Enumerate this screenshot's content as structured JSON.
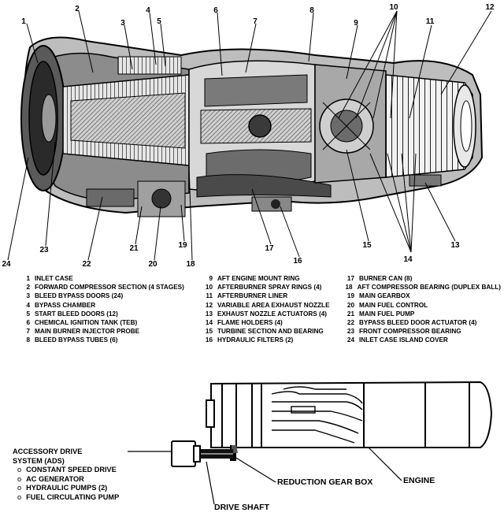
{
  "callout_numbers": [
    "1",
    "2",
    "3",
    "4",
    "5",
    "6",
    "7",
    "8",
    "9",
    "10",
    "11",
    "12",
    "13",
    "14",
    "15",
    "16",
    "17",
    "18",
    "19",
    "20",
    "21",
    "22",
    "23",
    "24"
  ],
  "legend": [
    {
      "n": "1",
      "text": "INLET CASE"
    },
    {
      "n": "2",
      "text": "FORWARD COMPRESSOR SECTION (4 STAGES)"
    },
    {
      "n": "3",
      "text": "BLEED BYPASS DOORS (24)"
    },
    {
      "n": "4",
      "text": "BYPASS CHAMBER"
    },
    {
      "n": "5",
      "text": "START BLEED DOORS (12)"
    },
    {
      "n": "6",
      "text": "CHEMICAL IGNITION TANK (TEB)"
    },
    {
      "n": "7",
      "text": "MAIN BURNER INJECTOR PROBE"
    },
    {
      "n": "8",
      "text": "BLEED BYPASS TUBES (6)"
    },
    {
      "n": "9",
      "text": "AFT ENGINE MOUNT RING"
    },
    {
      "n": "10",
      "text": "AFTERBURNER SPRAY RINGS (4)"
    },
    {
      "n": "11",
      "text": "AFTERBURNER LINER"
    },
    {
      "n": "12",
      "text": "VARIABLE AREA EXHAUST NOZZLE"
    },
    {
      "n": "13",
      "text": "EXHAUST NOZZLE ACTUATORS (4)"
    },
    {
      "n": "14",
      "text": "FLAME HOLDERS (4)"
    },
    {
      "n": "15",
      "text": "TURBINE SECTION AND BEARING"
    },
    {
      "n": "16",
      "text": "HYDRAULIC FILTERS (2)"
    },
    {
      "n": "17",
      "text": "BURNER CAN (8)"
    },
    {
      "n": "18",
      "text": "AFT COMPRESSOR BEARING (DUPLEX BALL)"
    },
    {
      "n": "19",
      "text": "MAIN GEARBOX"
    },
    {
      "n": "20",
      "text": "MAIN FUEL CONTROL"
    },
    {
      "n": "21",
      "text": "MAIN FUEL PUMP"
    },
    {
      "n": "22",
      "text": "BYPASS BLEED DOOR ACTUATOR (4)"
    },
    {
      "n": "23",
      "text": "FRONT COMPRESSOR BEARING"
    },
    {
      "n": "24",
      "text": "INLET CASE ISLAND COVER"
    }
  ],
  "ads": {
    "title_line1": "ACCESSORY DRIVE",
    "title_line2": "SYSTEM (ADS)",
    "items": [
      "CONSTANT SPEED DRIVE",
      "AC GENERATOR",
      "HYDRAULIC PUMPS (2)",
      "FUEL CIRCULATING PUMP"
    ]
  },
  "labels": {
    "reduction_gear_box": "REDUCTION GEAR BOX",
    "engine": "ENGINE",
    "drive_shaft": "DRIVE SHAFT"
  },
  "colors": {
    "ink": "#000000",
    "paper": "#ffffff",
    "shade": "#9a9a9a",
    "dark": "#2a2a2a"
  }
}
